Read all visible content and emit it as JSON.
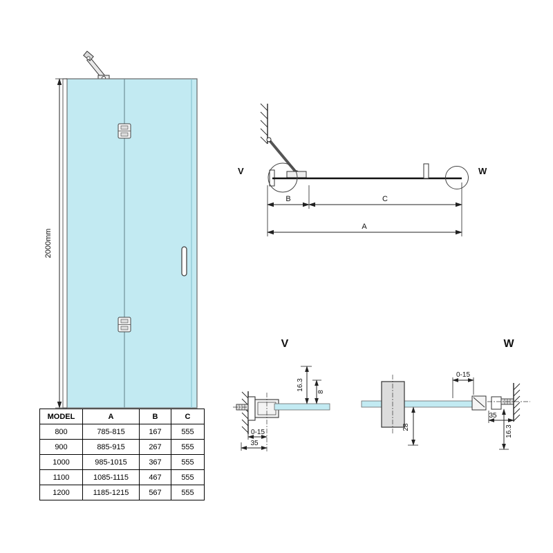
{
  "colors": {
    "glass": "#c2eaf2",
    "line": "#222222"
  },
  "front_view": {
    "height_label": "2000mm"
  },
  "top_view": {
    "label_v": "V",
    "label_w": "W",
    "dim_b": "B",
    "dim_c": "C",
    "dim_a": "A"
  },
  "detail_v": {
    "title": "V",
    "dim_offset": "16.3",
    "dim_glass": "8",
    "dim_adjust": "0-15",
    "dim_fix": "35"
  },
  "detail_w": {
    "title": "W",
    "dim_adjust": "0-15",
    "dim_fix": "35",
    "dim_inset": "28",
    "dim_offset": "16.3"
  },
  "table": {
    "headers": [
      "MODEL",
      "A",
      "B",
      "C"
    ],
    "rows": [
      [
        "800",
        "785-815",
        "167",
        "555"
      ],
      [
        "900",
        "885-915",
        "267",
        "555"
      ],
      [
        "1000",
        "985-1015",
        "367",
        "555"
      ],
      [
        "1100",
        "1085-1115",
        "467",
        "555"
      ],
      [
        "1200",
        "1185-1215",
        "567",
        "555"
      ]
    ]
  }
}
